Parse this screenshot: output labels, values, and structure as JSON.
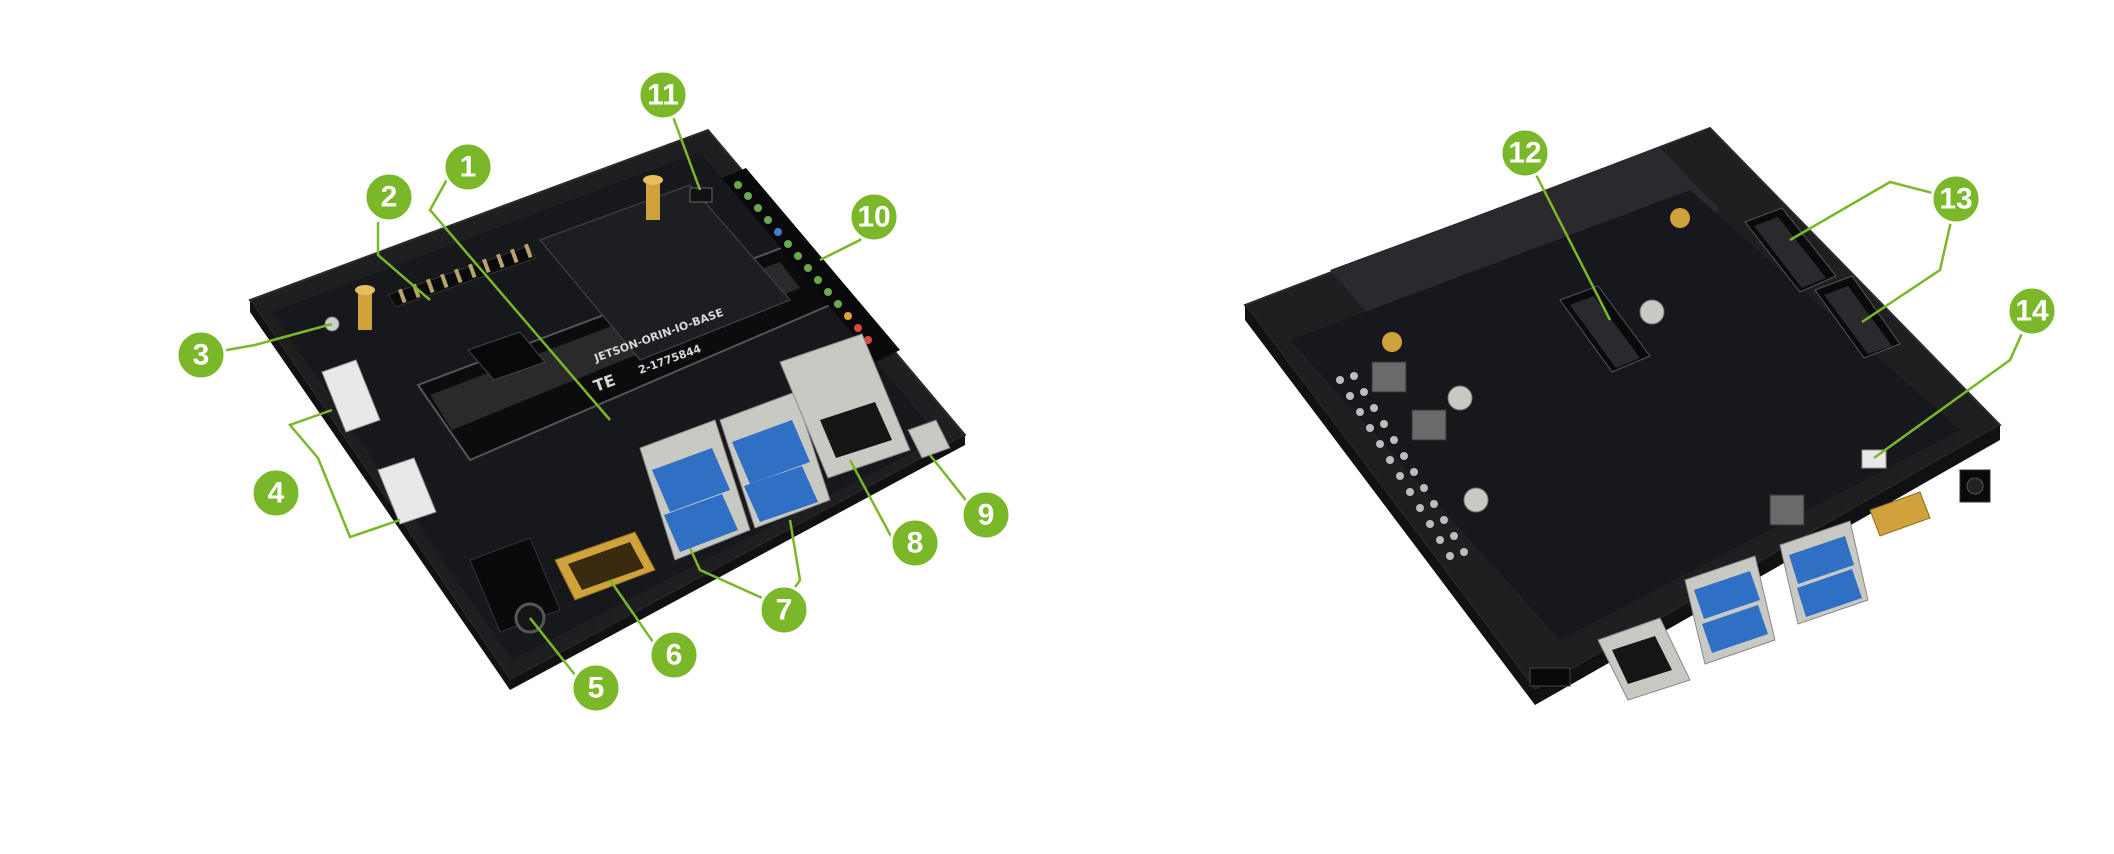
{
  "colors": {
    "callout": "#7ab829",
    "case": "#1f1f22",
    "pcb": "#17181b",
    "usb_blue": "#2f6fc4",
    "metal": "#c9c9c4",
    "gold": "#d0a23c"
  },
  "board_labels": {
    "silkscreen": "JETSON-ORIN-IO-BASE",
    "connector_brand": "TE",
    "connector_code": "2-1775844"
  },
  "callouts": [
    {
      "id": "1",
      "label": "1"
    },
    {
      "id": "2",
      "label": "2"
    },
    {
      "id": "3",
      "label": "3"
    },
    {
      "id": "4",
      "label": "4"
    },
    {
      "id": "5",
      "label": "5"
    },
    {
      "id": "6",
      "label": "6"
    },
    {
      "id": "7",
      "label": "7"
    },
    {
      "id": "8",
      "label": "8"
    },
    {
      "id": "9",
      "label": "9"
    },
    {
      "id": "10",
      "label": "10"
    },
    {
      "id": "11",
      "label": "11"
    },
    {
      "id": "12",
      "label": "12"
    },
    {
      "id": "13",
      "label": "13"
    },
    {
      "id": "14",
      "label": "14"
    }
  ]
}
